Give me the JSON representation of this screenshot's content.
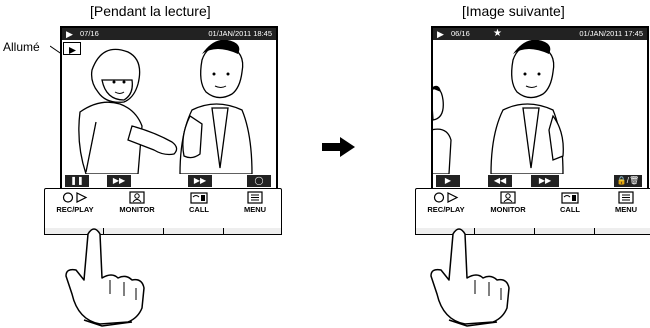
{
  "captions": {
    "left": "[Pendant la lecture]",
    "right": "[Image suivante]"
  },
  "callout": {
    "lit_label": "Allumé"
  },
  "left_screen": {
    "counter": "07/16",
    "datetime": "01/JAN/2011 18:45"
  },
  "right_screen": {
    "counter": "06/16",
    "datetime": "01/JAN/2011 17:45"
  },
  "panel": {
    "buttons": [
      "REC/PLAY",
      "MONITOR",
      "CALL",
      "MENU"
    ]
  },
  "icons": {
    "status_play": "play-icon",
    "bookmark": "star-icon",
    "left_bottom": [
      "pause-icon",
      "fast-forward-icon",
      "fast-forward-icon",
      "record-icon"
    ],
    "right_bottom": [
      "play-icon",
      "skip-back-icon",
      "skip-forward-icon",
      "lock-delete-icon"
    ],
    "arrow": "right-arrow-icon"
  }
}
